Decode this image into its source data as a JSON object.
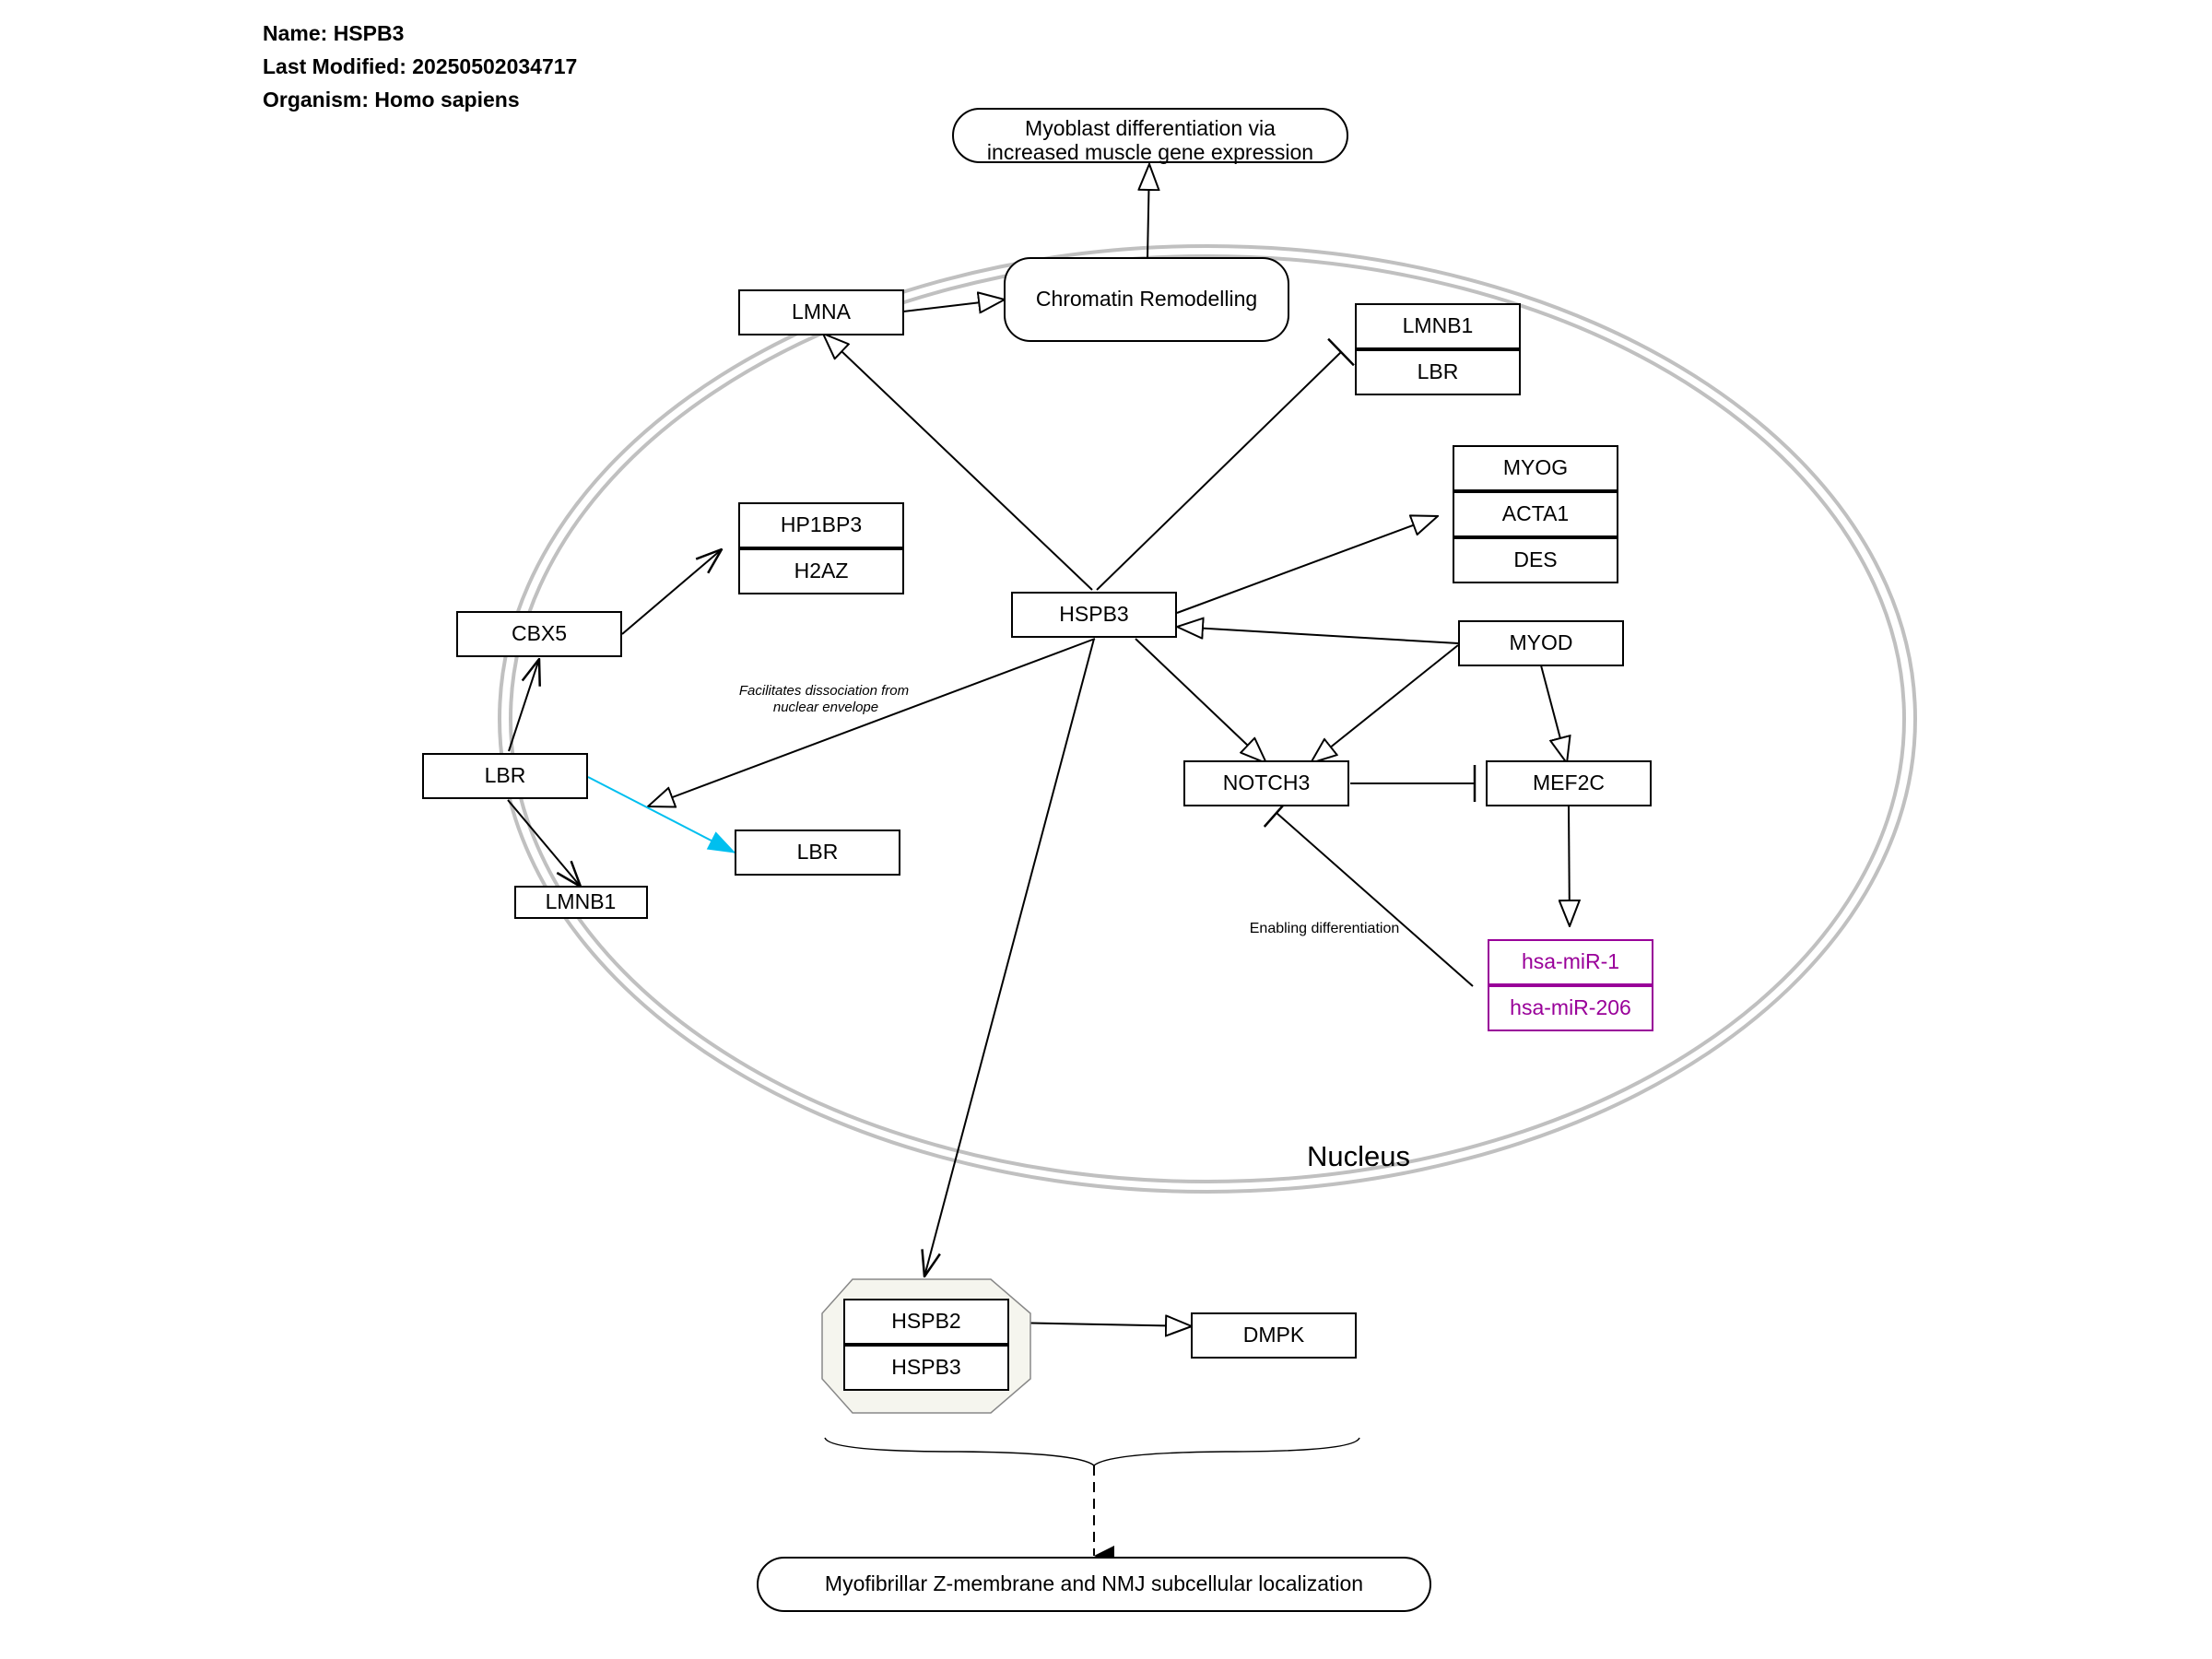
{
  "header": {
    "name": "Name: HSPB3",
    "modified": "Last Modified: 20250502034717",
    "organism": "Organism: Homo sapiens"
  },
  "compartment": {
    "label": "Nucleus",
    "color": "#c0c0c0"
  },
  "nodes": {
    "myoblast": [
      "Myoblast differentiation via",
      "increased muscle gene expression"
    ],
    "chromatin": "Chromatin Remodelling",
    "lmna": "LMNA",
    "lmnb1_top": "LMNB1",
    "lbr_top": "LBR",
    "hp1bp3": "HP1BP3",
    "h2az": "H2AZ",
    "myog": "MYOG",
    "acta1": "ACTA1",
    "des": "DES",
    "hspb3": "HSPB3",
    "myod": "MYOD",
    "cbx5": "CBX5",
    "lbr_left": "LBR",
    "lbr_mid": "LBR",
    "lmnb1_left": "LMNB1",
    "notch3": "NOTCH3",
    "mef2c": "MEF2C",
    "mir1": "hsa-miR-1",
    "mir206": "hsa-miR-206",
    "hspb2": "HSPB2",
    "hspb3_complex": "HSPB3",
    "dmpk": "DMPK",
    "z_membrane": "Myofibrillar Z-membrane and NMJ subcellular localization"
  },
  "annotations": {
    "facilitates": [
      "Facilitates dissociation from",
      "nuclear envelope"
    ],
    "enabling": "Enabling differentiation"
  },
  "colors": {
    "mirna": "#990099",
    "highlight_edge": "#00bfef",
    "complex_fill": "#f5f5ee"
  }
}
